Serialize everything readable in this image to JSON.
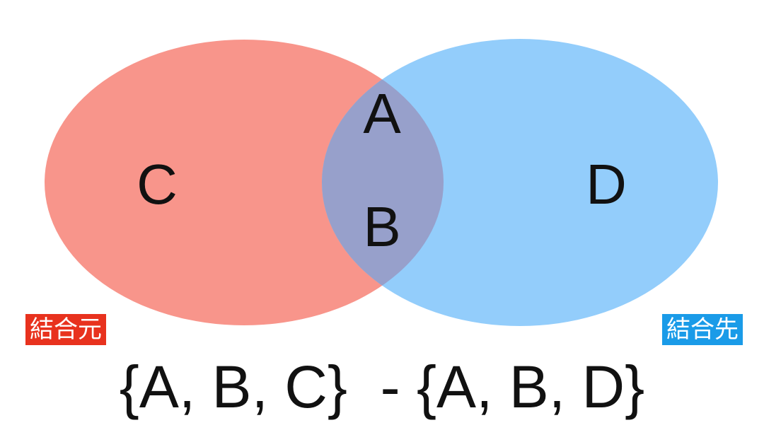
{
  "colors": {
    "source_set": "#F8958B",
    "target_set": "#93CDFB",
    "overlap": "#97A0CB",
    "source_tag": "#E8321E",
    "target_tag": "#1A9BE8",
    "text": "#111111"
  },
  "sets": {
    "source": {
      "only_label": "C",
      "tag": "結合元",
      "elements_text": "{A, B, C}"
    },
    "target": {
      "only_label": "D",
      "tag": "結合先",
      "elements_text": "{A, B, D}"
    },
    "intersection": {
      "labels": [
        "A",
        "B"
      ]
    }
  },
  "formula": {
    "left": "{A, B, C}",
    "operator": "-",
    "right": "{A, B, D}"
  }
}
